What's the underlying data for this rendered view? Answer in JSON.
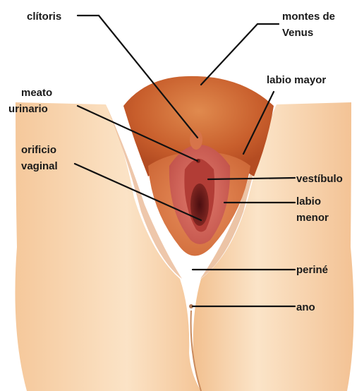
{
  "diagram": {
    "labels": {
      "clitoris": "clítoris",
      "montes_line1": "montes de",
      "montes_line2": "Venus",
      "labio_mayor": "labio mayor",
      "meato_line1": "meato",
      "meato_line2": "urinario",
      "orificio_line1": "orificio",
      "orificio_line2": "vaginal",
      "vestibulo": "vestíbulo",
      "labio_menor_line1": "labio",
      "labio_menor_line2": "menor",
      "perine": "periné",
      "ano": "ano"
    }
  }
}
